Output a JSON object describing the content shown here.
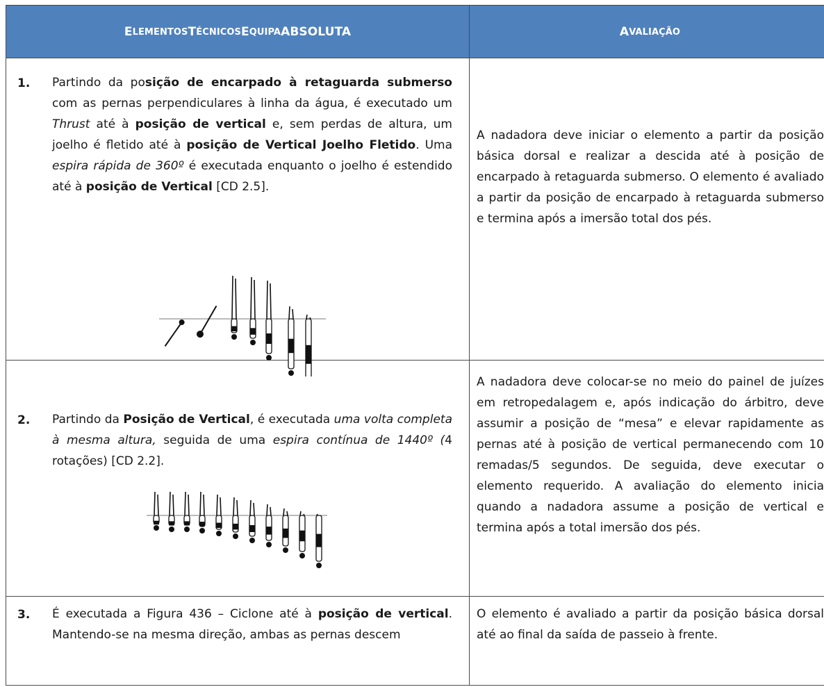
{
  "header": {
    "left_prefix": "E",
    "left_rest": "LEMENTOS ",
    "left_t": "T",
    "left_ecnicos": "ÉCNICOS ",
    "left_e": "E",
    "left_quipa": "QUIPA ",
    "left_absoluta": "ABSOLUTA",
    "right_a": "A",
    "right_rest": "VALIAÇÃO"
  },
  "rows": [
    {
      "number": "1.",
      "parts": [
        {
          "t": "Partindo da po",
          "s": ""
        },
        {
          "t": "sição de encarpado à retaguarda submerso",
          "s": "b"
        },
        {
          "t": " com as pernas perpendiculares à linha da água, é executado um ",
          "s": ""
        },
        {
          "t": "Thrust",
          "s": "i"
        },
        {
          "t": " até à ",
          "s": ""
        },
        {
          "t": "posição de vertical",
          "s": "b"
        },
        {
          "t": " e, sem perdas de altura, um joelho é fletido até à ",
          "s": ""
        },
        {
          "t": "posição de Vertical Joelho Fletido",
          "s": "b"
        },
        {
          "t": ". Uma ",
          "s": ""
        },
        {
          "t": "espira rápida de 360º",
          "s": "i"
        },
        {
          "t": " é executada enquanto o joelho é estendido até à ",
          "s": ""
        },
        {
          "t": "posição de Vertical",
          "s": "b"
        },
        {
          "t": " [CD 2.5].",
          "s": ""
        }
      ],
      "evaluation": "A nadadora deve iniciar o elemento a partir da posição básica dorsal e realizar a descida até à posição de encarpado à retaguarda submerso. O elemento é avaliado a partir da posição de encarpado à retaguarda submerso e termina após a imersão total dos pés."
    },
    {
      "number": "2.",
      "parts": [
        {
          "t": "Partindo da ",
          "s": ""
        },
        {
          "t": "Posição de Vertical",
          "s": "b"
        },
        {
          "t": ", é executada ",
          "s": ""
        },
        {
          "t": "uma volta completa à mesma altura,",
          "s": "i"
        },
        {
          "t": " seguida de uma ",
          "s": ""
        },
        {
          "t": "espira contínua de 1440º (",
          "s": "i"
        },
        {
          "t": "4 rotações) [CD 2.2].",
          "s": ""
        }
      ],
      "evaluation": "A nadadora deve colocar-se no meio do painel de juízes em retropedalagem e, após indicação do árbitro, deve assumir a posição de “mesa” e elevar rapidamente as pernas até à posição de vertical permanecendo com 10 remadas/5 segundos. De seguida, deve executar o elemento requerido. A avaliação do elemento inicia quando a nadadora assume a posição de vertical e termina após a total imersão dos pés."
    },
    {
      "number": "3.",
      "parts": [
        {
          "t": "É executada a Figura 436 – Ciclone até à ",
          "s": ""
        },
        {
          "t": "posição de vertical",
          "s": "b"
        },
        {
          "t": ". Mantendo-se na mesma direção, ambas as pernas descem",
          "s": ""
        }
      ],
      "evaluation": "O elemento é avaliado a partir da posição básica dorsal até ao final da saída de passeio à frente."
    }
  ]
}
